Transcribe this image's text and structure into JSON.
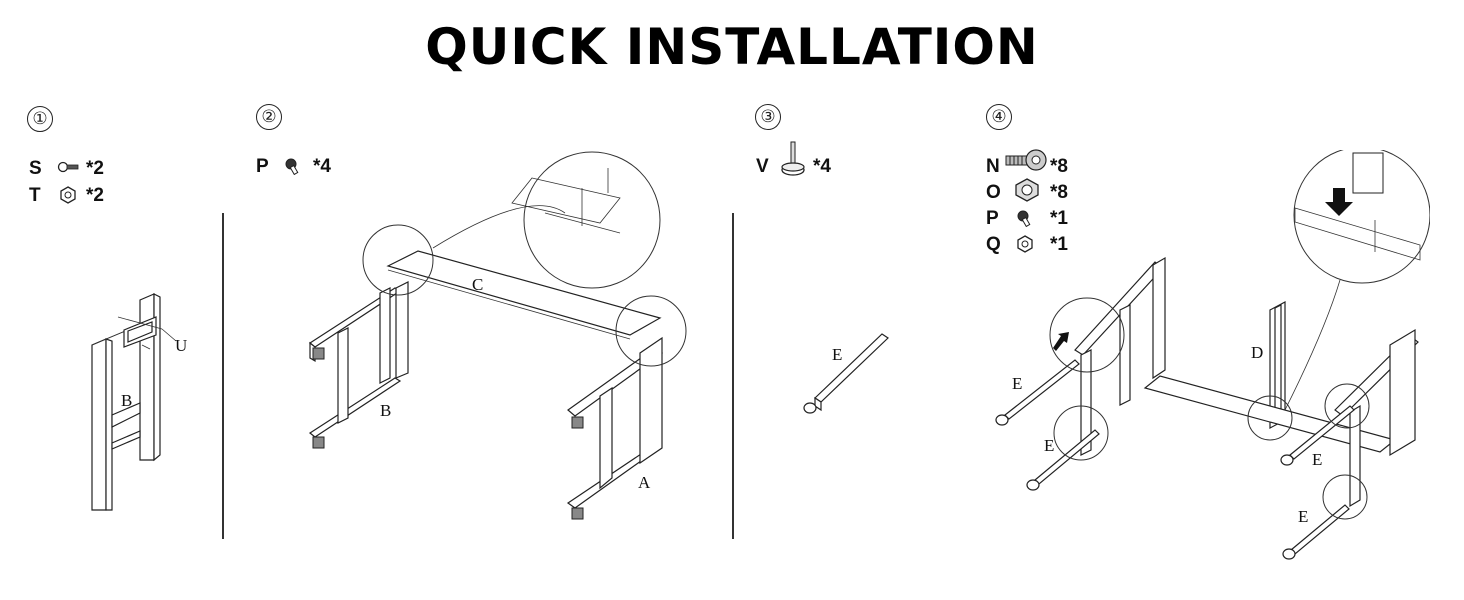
{
  "title": "QUICK INSTALLATION",
  "steps": [
    {
      "number": "①",
      "parts": [
        {
          "letter": "S",
          "icon": "screw-icon",
          "qty": "*2"
        },
        {
          "letter": "T",
          "icon": "nut-icon",
          "qty": "*2"
        }
      ],
      "labels": {
        "u": "U",
        "b": "B"
      }
    },
    {
      "number": "②",
      "parts": [
        {
          "letter": "P",
          "icon": "screw-icon",
          "qty": "*4"
        }
      ],
      "labels": {
        "c": "C",
        "b": "B",
        "a": "A"
      }
    },
    {
      "number": "③",
      "parts": [
        {
          "letter": "V",
          "icon": "leveling-foot-icon",
          "qty": "*4"
        }
      ],
      "labels": {
        "e": "E"
      }
    },
    {
      "number": "④",
      "parts": [
        {
          "letter": "N",
          "icon": "bolt-icon",
          "qty": "*8"
        },
        {
          "letter": "O",
          "icon": "hex-nut-icon",
          "qty": "*8"
        },
        {
          "letter": "P",
          "icon": "screw-icon",
          "qty": "*1"
        },
        {
          "letter": "Q",
          "icon": "nut-icon",
          "qty": "*1"
        }
      ],
      "labels": {
        "d": "D",
        "e1": "E",
        "e2": "E",
        "e3": "E",
        "e4": "E"
      }
    }
  ]
}
